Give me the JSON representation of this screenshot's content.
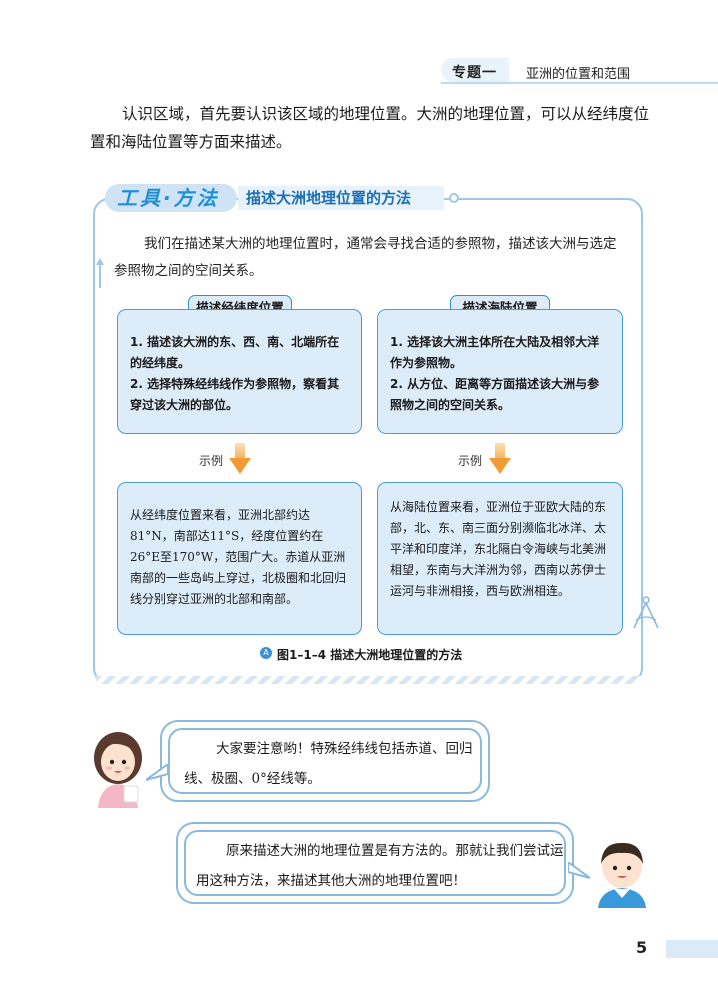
{
  "header": {
    "topic": "专题一",
    "subtitle": "亚洲的位置和范围"
  },
  "intro": "认识区域，首先要认识该区域的地理位置。大洲的地理位置，可以从经纬度位置和海陆位置等方面来描述。",
  "tool": {
    "label": "工具·方法",
    "title": "描述大洲地理位置的方法",
    "intro": "我们在描述某大洲的地理位置时，通常会寻找合适的参照物，描述该大洲与选定参照物之间的空间关系。"
  },
  "columns": [
    {
      "label": "描述经纬度位置",
      "steps": [
        "1. 描述该大洲的东、西、南、北端所在的经纬度。",
        "2. 选择特殊经纬线作为参照物，察看其穿过该大洲的部位。"
      ],
      "example_label": "示例",
      "example": "从经纬度位置来看，亚洲北部约达81°N，南部达11°S，经度位置约在26°E至170°W，范围广大。赤道从亚洲南部的一些岛屿上穿过，北极圈和北回归线分别穿过亚洲的北部和南部。"
    },
    {
      "label": "描述海陆位置",
      "steps": [
        "1. 选择该大洲主体所在大陆及相邻大洋作为参照物。",
        "2. 从方位、距离等方面描述该大洲与参照物之间的空间关系。"
      ],
      "example_label": "示例",
      "example": "从海陆位置来看，亚洲位于亚欧大陆的东部，北、东、南三面分别濒临北冰洋、太平洋和印度洋，东北隔白令海峡与北美洲相望，东南与大洋洲为邻，西南以苏伊士运河与非洲相接，西与欧洲相连。"
    }
  ],
  "caption": {
    "icon": "A",
    "text": "图1–1–4  描述大洲地理位置的方法"
  },
  "bubbles": [
    {
      "text": "大家要注意哟！特殊经纬线包括赤道、回归线、极圈、0°经线等。"
    },
    {
      "text": "原来描述大洲的地理位置是有方法的。那就让我们尝试运用这种方法，来描述其他大洲的地理位置吧！"
    }
  ],
  "page_number": "5",
  "colors": {
    "accent": "#1d8fd6",
    "box_fill": "#dcecf9",
    "arrow": "#f29b34"
  }
}
